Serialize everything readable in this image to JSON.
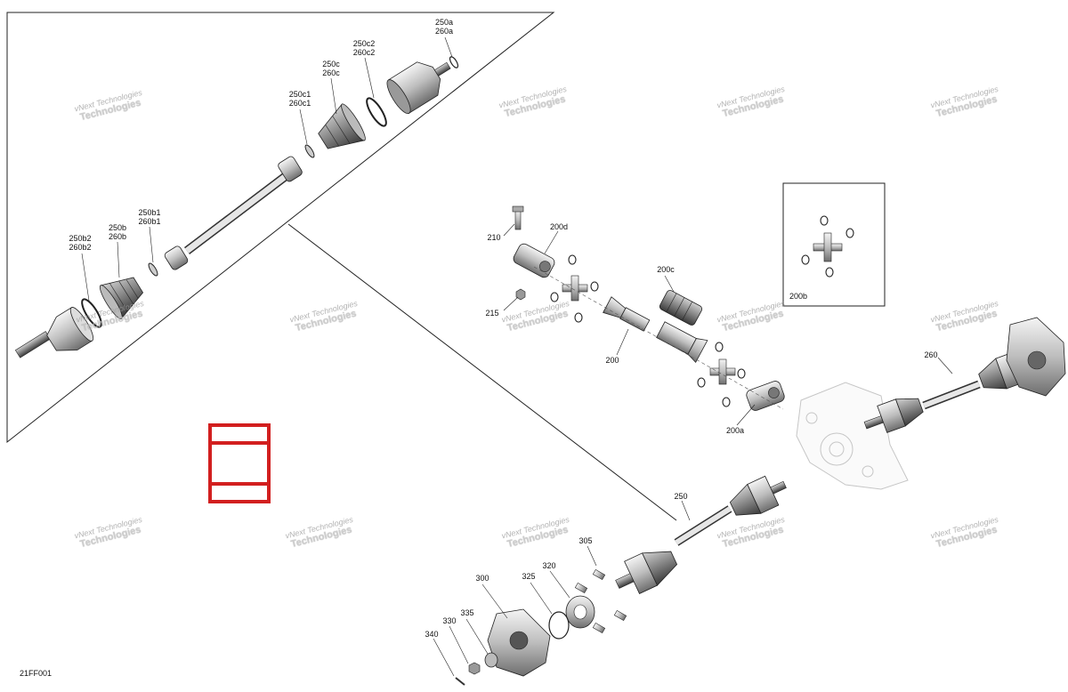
{
  "diagram": {
    "drawing_code": "21FF001",
    "watermark": {
      "line1": "vNext Technologies",
      "line2": "Technologies"
    },
    "part_labels": {
      "p250a": {
        "line1": "250a",
        "line2": "260a"
      },
      "p250c2": {
        "line1": "250c2",
        "line2": "260c2"
      },
      "p250c": {
        "line1": "250c",
        "line2": "260c"
      },
      "p250c1": {
        "line1": "250c1",
        "line2": "260c1"
      },
      "p250b1": {
        "line1": "250b1",
        "line2": "260b1"
      },
      "p250b": {
        "line1": "250b",
        "line2": "260b"
      },
      "p250b2": {
        "line1": "250b2",
        "line2": "260b2"
      },
      "p210": {
        "line1": "210"
      },
      "p200d": {
        "line1": "200d"
      },
      "p200c": {
        "line1": "200c"
      },
      "p215": {
        "line1": "215"
      },
      "p200": {
        "line1": "200"
      },
      "p200a": {
        "line1": "200a"
      },
      "p200b": {
        "line1": "200b"
      },
      "p260": {
        "line1": "260"
      },
      "p250": {
        "line1": "250"
      },
      "p305": {
        "line1": "305"
      },
      "p320": {
        "line1": "320"
      },
      "p325": {
        "line1": "325"
      },
      "p300": {
        "line1": "300"
      },
      "p335": {
        "line1": "335"
      },
      "p330": {
        "line1": "330"
      },
      "p340": {
        "line1": "340"
      }
    }
  }
}
